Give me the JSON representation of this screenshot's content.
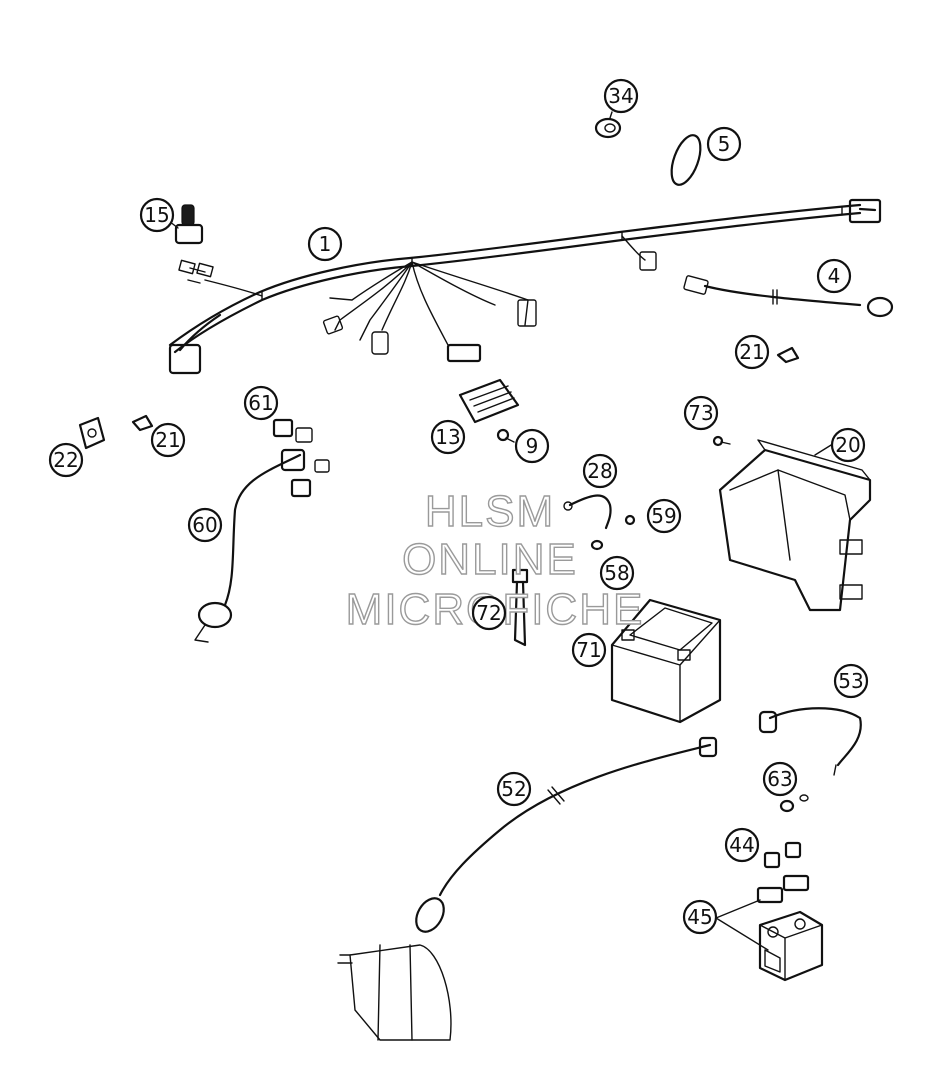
{
  "diagram": {
    "callouts": [
      {
        "id": "c34",
        "label": "34"
      },
      {
        "id": "c5",
        "label": "5"
      },
      {
        "id": "c15",
        "label": "15"
      },
      {
        "id": "c1",
        "label": "1"
      },
      {
        "id": "c4",
        "label": "4"
      },
      {
        "id": "c21a",
        "label": "21"
      },
      {
        "id": "c61",
        "label": "61"
      },
      {
        "id": "c73",
        "label": "73"
      },
      {
        "id": "c20",
        "label": "20"
      },
      {
        "id": "c22",
        "label": "22"
      },
      {
        "id": "c21b",
        "label": "21"
      },
      {
        "id": "c13",
        "label": "13"
      },
      {
        "id": "c9",
        "label": "9"
      },
      {
        "id": "c28",
        "label": "28"
      },
      {
        "id": "c60",
        "label": "60"
      },
      {
        "id": "c59",
        "label": "59"
      },
      {
        "id": "c58",
        "label": "58"
      },
      {
        "id": "c72",
        "label": "72"
      },
      {
        "id": "c71",
        "label": "71"
      },
      {
        "id": "c53",
        "label": "53"
      },
      {
        "id": "c52",
        "label": "52"
      },
      {
        "id": "c63",
        "label": "63"
      },
      {
        "id": "c44",
        "label": "44"
      },
      {
        "id": "c45",
        "label": "45"
      }
    ]
  },
  "watermark": {
    "line1": "HLSM",
    "line2": "ONLINE",
    "line3": "MICROFICHE"
  }
}
